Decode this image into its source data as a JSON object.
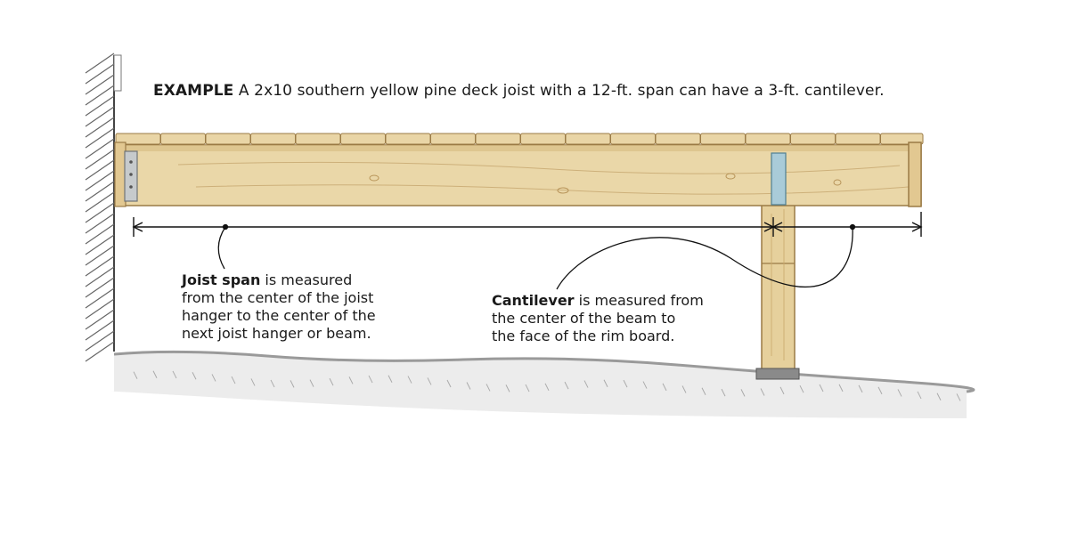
{
  "example": {
    "label": "EXAMPLE",
    "text": "A 2x10 southern yellow pine deck joist with a 12-ft. span can have a 3-ft. cantilever."
  },
  "joist_span_note": {
    "term": "Joist span",
    "lines": [
      " is measured",
      "from the center of the joist",
      "hanger to the center of the",
      "next joist hanger or beam."
    ]
  },
  "cantilever_note": {
    "term": "Cantilever",
    "lines": [
      " is measured from",
      "the center of the beam to",
      "the face of the rim board."
    ]
  },
  "colors": {
    "wood": "#e8d4a2",
    "wood_dark": "#c9ad72",
    "wood_edge": "#9a7a45",
    "hanger_metal": "#bfc4c6",
    "beam_connector": "#a9cbd8",
    "ground": "#b9b9b9",
    "wall_hatch": "#555555",
    "line": "#111111"
  }
}
